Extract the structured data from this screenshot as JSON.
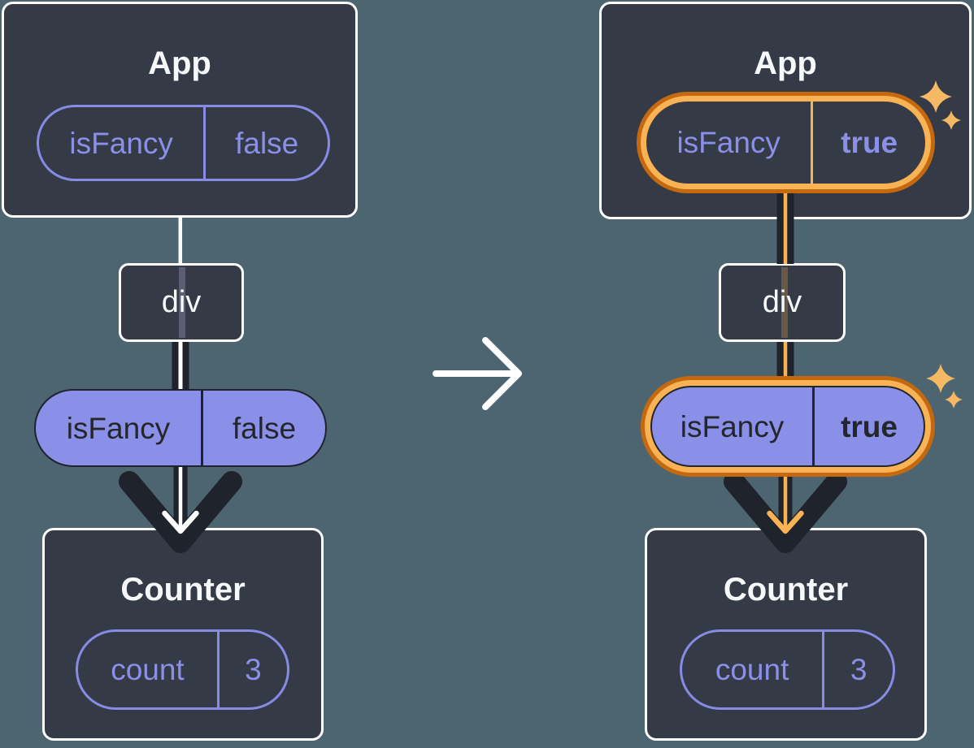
{
  "colors": {
    "background": "#4C6570",
    "card_fill": "#343A46",
    "card_border": "#FFFFFF",
    "purple": "#8A90E8",
    "purple_border": "#868CE4",
    "dark_stroke": "#1F232B",
    "orange_dark": "#C4690F",
    "orange_light": "#F9B254",
    "sparkle": "#F5B964",
    "white": "#FFFFFF"
  },
  "icons": {
    "transition": "arrow-right-icon",
    "highlight": "sparkle-icon"
  },
  "before": {
    "app": {
      "title": "App",
      "state": {
        "key": "isFancy",
        "value": "false"
      }
    },
    "div": {
      "label": "div"
    },
    "prop": {
      "key": "isFancy",
      "value": "false"
    },
    "counter": {
      "title": "Counter",
      "state": {
        "key": "count",
        "value": "3"
      }
    }
  },
  "after": {
    "app": {
      "title": "App",
      "state": {
        "key": "isFancy",
        "value": "true"
      }
    },
    "div": {
      "label": "div"
    },
    "prop": {
      "key": "isFancy",
      "value": "true"
    },
    "counter": {
      "title": "Counter",
      "state": {
        "key": "count",
        "value": "3"
      }
    }
  }
}
